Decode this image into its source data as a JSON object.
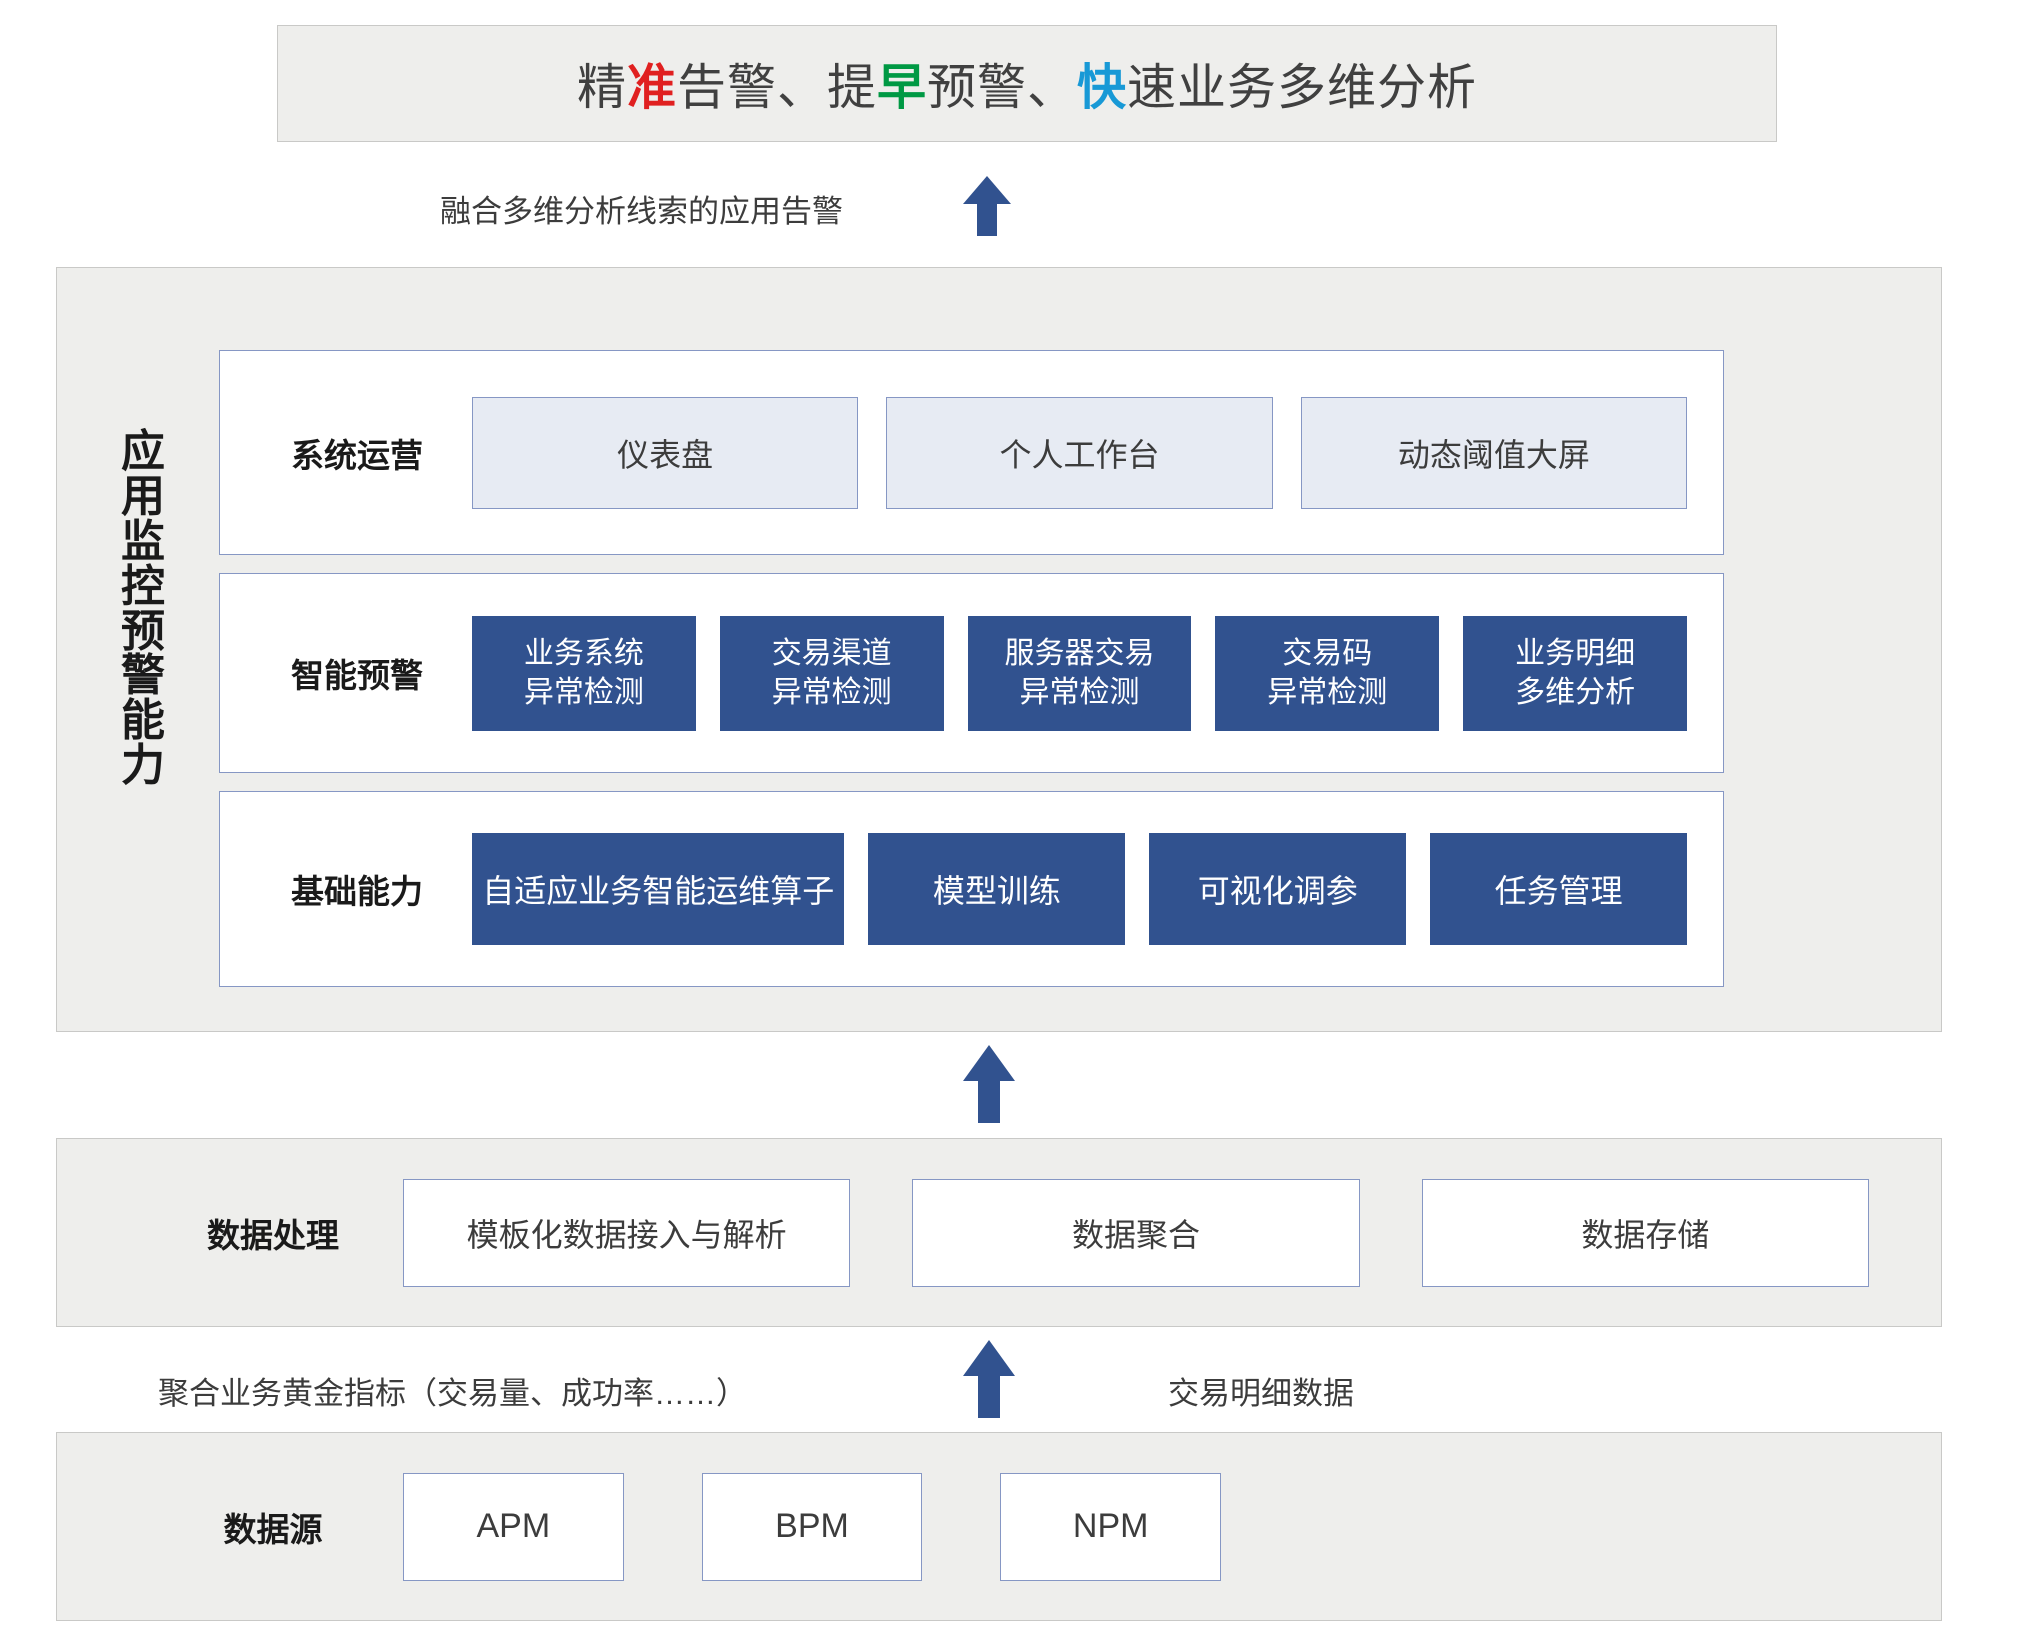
{
  "title": {
    "segments": [
      {
        "text": "精",
        "color": "default"
      },
      {
        "text": "准",
        "color": "#e02020"
      },
      {
        "text": "告警、提",
        "color": "default"
      },
      {
        "text": "早",
        "color": "#009944"
      },
      {
        "text": "预警、",
        "color": "default"
      },
      {
        "text": "快",
        "color": "#1899d6"
      },
      {
        "text": "速业务多维分析",
        "color": "default"
      }
    ],
    "plain": "精准告警、提早预警、快速业务多维分析"
  },
  "callouts": {
    "top": "融合多维分析线索的应用告警",
    "left": "聚合业务黄金指标（交易量、成功率……）",
    "right": "交易明细数据"
  },
  "capability_panel": {
    "vertical_label": "应用监控预警能力",
    "vertical_chars": [
      "应",
      "用",
      "监",
      "控",
      "预",
      "警",
      "能",
      "力"
    ],
    "rows": [
      {
        "label": "系统运营",
        "style": "light",
        "items": [
          "仪表盘",
          "个人工作台",
          "动态阈值大屏"
        ]
      },
      {
        "label": "智能预警",
        "style": "dark",
        "items": [
          {
            "line1": "业务系统",
            "line2": "异常检测"
          },
          {
            "line1": "交易渠道",
            "line2": "异常检测"
          },
          {
            "line1": "服务器交易",
            "line2": "异常检测"
          },
          {
            "line1": "交易码",
            "line2": "异常检测"
          },
          {
            "line1": "业务明细",
            "line2": "多维分析"
          }
        ]
      },
      {
        "label": "基础能力",
        "style": "dark-single",
        "items": [
          "自适应业务智能运维算子",
          "模型训练",
          "可视化调参",
          "任务管理"
        ]
      }
    ]
  },
  "process_panel": {
    "label": "数据处理",
    "items": [
      "模板化数据接入与解析",
      "数据聚合",
      "数据存储"
    ]
  },
  "source_panel": {
    "label": "数据源",
    "items": [
      "APM",
      "BPM",
      "NPM"
    ]
  },
  "colors": {
    "panel_bg": "#eeeeec",
    "panel_border": "#c9c9c7",
    "box_border": "#8697c4",
    "chip_light_bg": "#e7ebf3",
    "chip_dark_bg": "#31528f",
    "arrow": "#31528f",
    "accent_red": "#e02020",
    "accent_green": "#009944",
    "accent_blue": "#1899d6"
  }
}
